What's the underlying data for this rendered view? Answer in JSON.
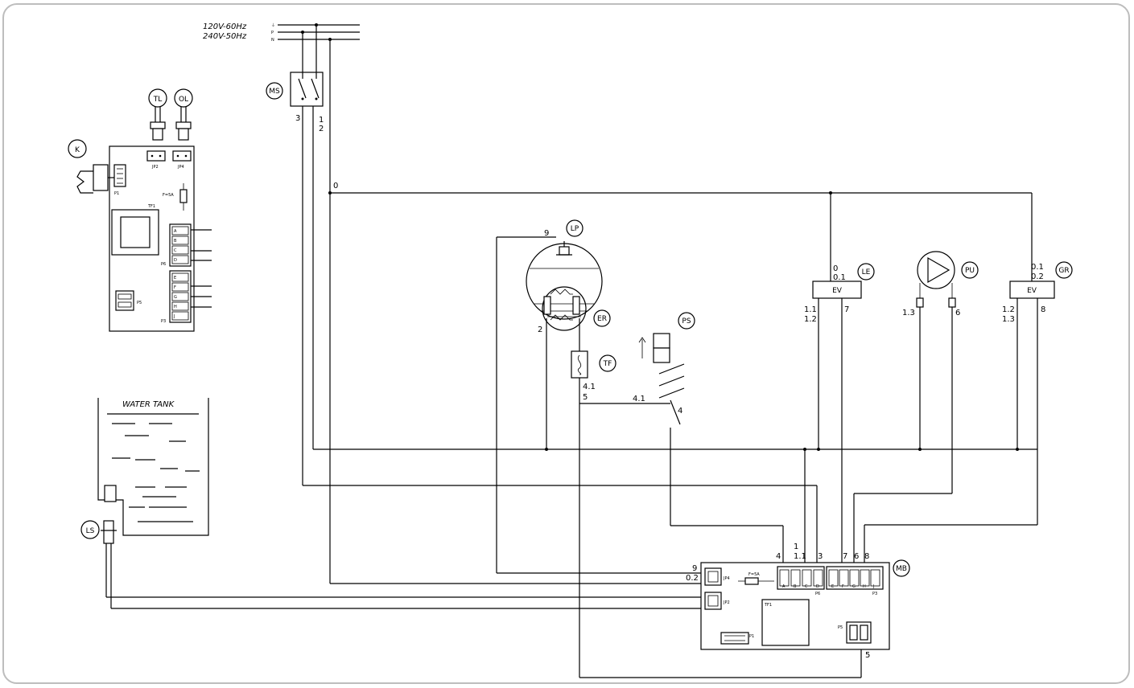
{
  "supply": {
    "line1": "120V-60Hz",
    "line2": "240V-50Hz",
    "phase_labels": [
      "⏚",
      "P",
      "N"
    ]
  },
  "components": {
    "ms": "MS",
    "tl": "TL",
    "ol": "OL",
    "k": "K",
    "lp": "LP",
    "er": "ER",
    "tf": "TF",
    "ps": "PS",
    "le": "LE",
    "pu": "PU",
    "gr": "GR",
    "ls": "LS",
    "mb": "MB",
    "ev1": "EV",
    "ev2": "EV",
    "water_tank": "WATER TANK"
  },
  "wire_labels": {
    "ms_3": "3",
    "ms_1": "1",
    "ms_2": "2",
    "n_0": "0",
    "lp_9": "9",
    "er_2": "2",
    "tf_41": "4.1",
    "tf_5": "5",
    "ps_41": "4.1",
    "ps_4": "4",
    "le_0": "0",
    "le_01": "0.1",
    "le_11": "1.1",
    "le_12": "1.2",
    "le_7": "7",
    "pu_13": "1.3",
    "pu_6": "6",
    "gr_01": "0.1",
    "gr_02": "0.2",
    "gr_12": "1.2",
    "gr_13": "1.3",
    "gr_8": "8",
    "mb_4": "4",
    "mb_1": "1",
    "mb_11": "1.1",
    "mb_3": "3",
    "mb_7": "7",
    "mb_6": "6",
    "mb_8": "8",
    "mb_9": "9",
    "mb_02": "0.2",
    "mb_5": "5"
  },
  "board_left": {
    "jp2": "JP2",
    "jp4": "JP4",
    "p1": "P1",
    "tf1": "TF1",
    "fuse": "F=5A",
    "p6": "P6",
    "p5": "P5",
    "p3": "P3",
    "p6_pins": [
      "A",
      "B",
      "C",
      "D"
    ],
    "p3_pins": [
      "E",
      "F",
      "G",
      "H",
      "J"
    ]
  },
  "board_main": {
    "jp4": "JP4",
    "jp2": "JP2",
    "fuse": "F=5A",
    "tf1": "TF1",
    "p1": "P1",
    "p5": "P5",
    "p6": "P6",
    "p3": "P3",
    "p6_pins": [
      "A",
      "B",
      "C",
      "D"
    ],
    "p3_pins": [
      "E",
      "F",
      "G",
      "H",
      "J"
    ]
  }
}
